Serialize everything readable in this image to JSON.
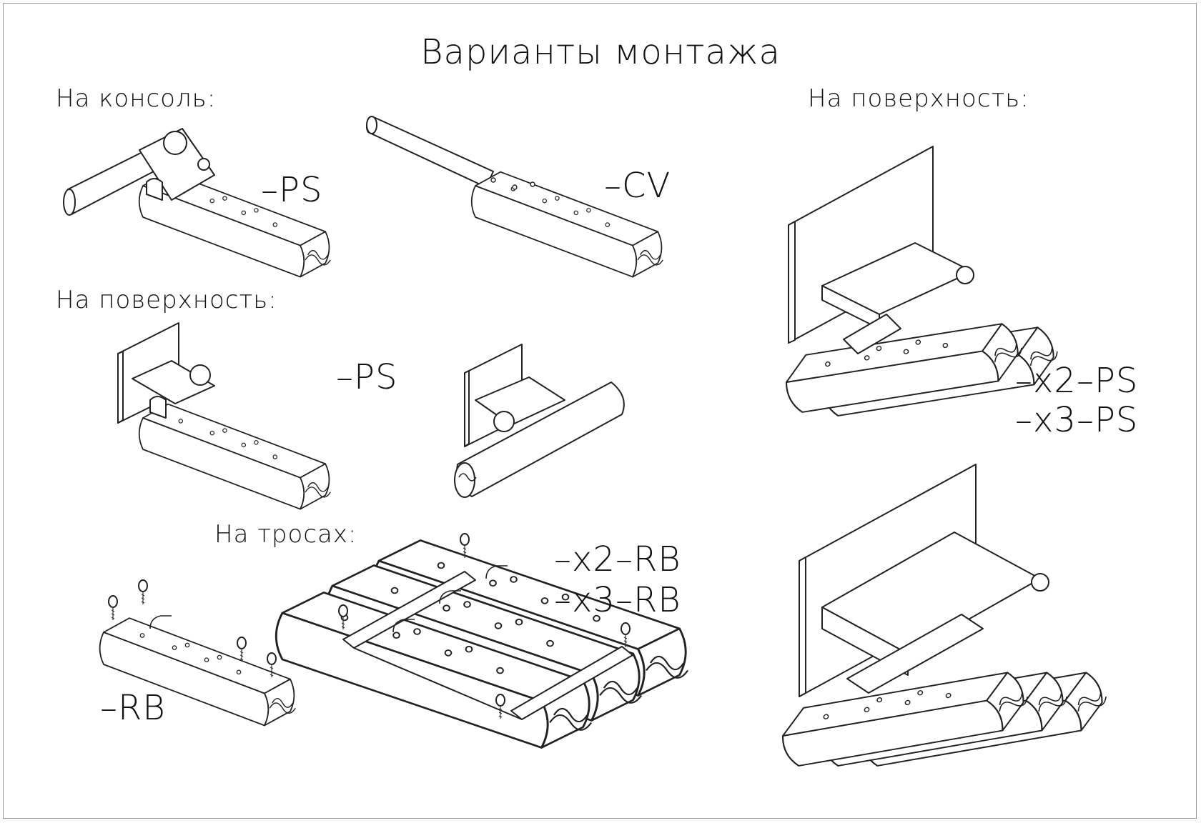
{
  "title": "Варианты монтажа",
  "sections": {
    "console": "На консоль:",
    "surface_left": "На поверхность:",
    "surface_right": "На поверхность:",
    "cables": "На тросах:"
  },
  "codes": {
    "console_ps": "–PS",
    "console_cv": "–CV",
    "surface_ps": "–PS",
    "surface_multi_1": "–x2–PS",
    "surface_multi_2": "–x3–PS",
    "cables_rb": "–RB",
    "cables_multi_1": "–x2–RB",
    "cables_multi_2": "–x3–RB"
  }
}
